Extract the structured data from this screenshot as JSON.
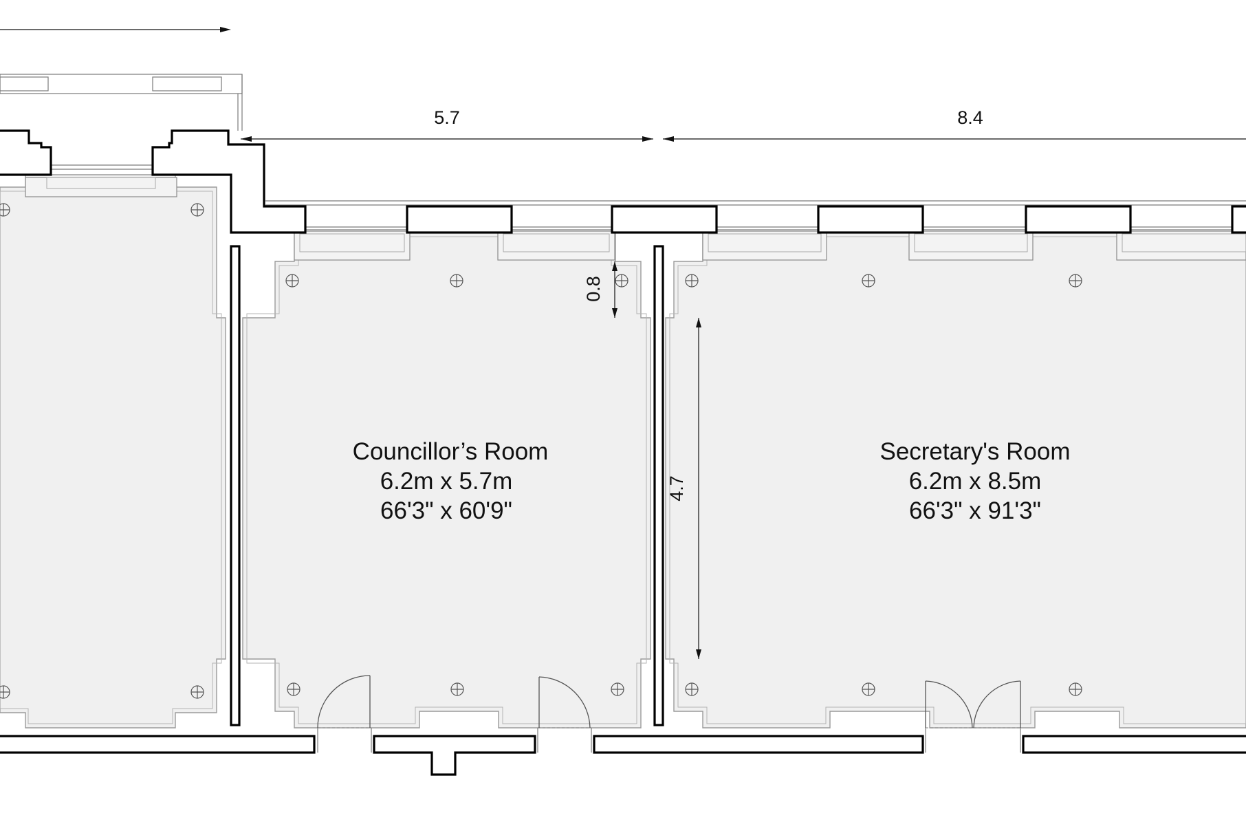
{
  "rooms": [
    {
      "name": "Councillor’s Room",
      "metric": "6.2m x 5.7m",
      "imperial": "66'3\" x 60'9\""
    },
    {
      "name": "Secretary's Room",
      "metric": "6.2m x 8.5m",
      "imperial": "66'3\" x 91'3\""
    }
  ],
  "dimensions": {
    "councillor_width": "5.7",
    "secretary_width": "8.4",
    "window_recess_depth": "0.8",
    "partition_length": "4.7"
  },
  "colors": {
    "floor": "#f0f0f0",
    "walls": "#000000",
    "background": "#ffffff"
  }
}
